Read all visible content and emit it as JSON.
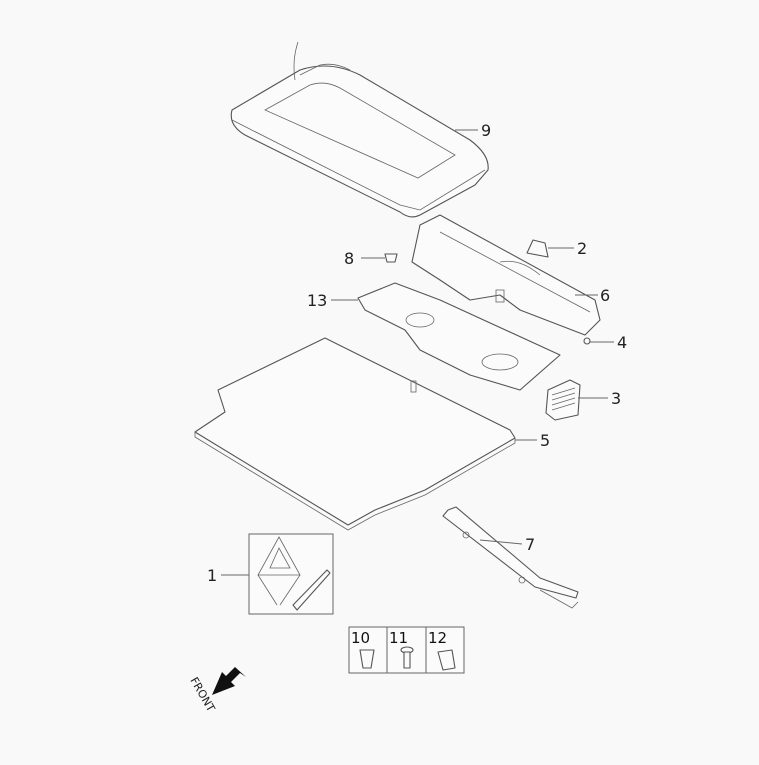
{
  "callouts": {
    "c1": "1",
    "c2": "2",
    "c3": "3",
    "c4": "4",
    "c5": "5",
    "c6": "6",
    "c7": "7",
    "c8": "8",
    "c9": "9",
    "c10": "10",
    "c11": "11",
    "c12": "12",
    "c13": "13"
  },
  "direction_label": "FRONT",
  "icons": {
    "direction": "arrow-front-icon"
  }
}
